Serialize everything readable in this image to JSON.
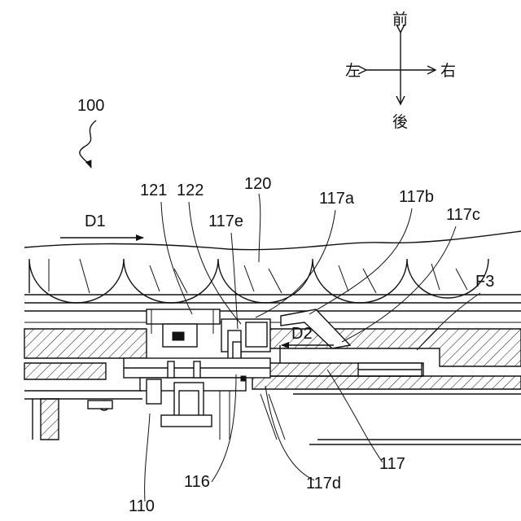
{
  "directions": {
    "front": "前",
    "back": "後",
    "left": "左",
    "right": "右"
  },
  "labels": {
    "assembly": "100",
    "l110": "110",
    "l116": "116",
    "l117": "117",
    "l117a": "117a",
    "l117b": "117b",
    "l117c": "117c",
    "l117d": "117d",
    "l117e": "117e",
    "l120": "120",
    "l121": "121",
    "l122": "122",
    "lF3": "F3",
    "lD1": "D1",
    "lD2": "D2"
  }
}
